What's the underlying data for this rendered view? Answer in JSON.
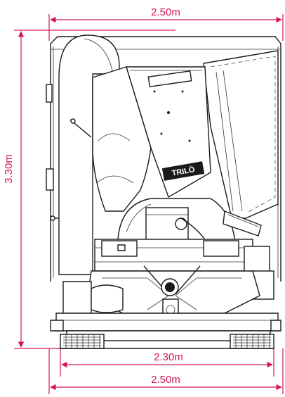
{
  "dimensions": {
    "top_width": "2.50m",
    "height": "3.30m",
    "track_width": "2.30m",
    "overall_width": "2.50m"
  },
  "brand": "TRILÖ",
  "colors": {
    "dimension": "#d4145a",
    "line": "#1a1a1a"
  }
}
